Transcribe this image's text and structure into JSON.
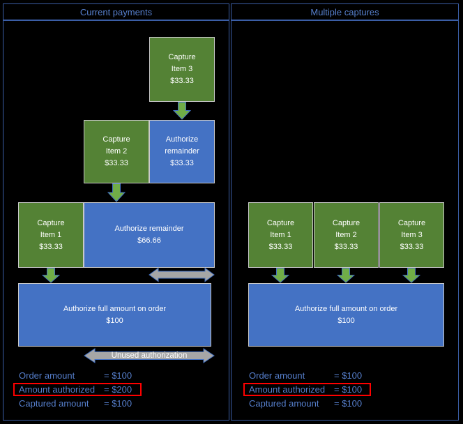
{
  "colors": {
    "green": "#548235",
    "light_green": "#70AD47",
    "blue": "#4472C4",
    "gray": "#A6A6A6",
    "red": "#FF0000",
    "border_blue": "#3B5EA6",
    "text_blue": "#567FCC",
    "box_border": "#C9C9C9"
  },
  "left_panel": {
    "title": "Current payments",
    "capture3": [
      "Capture",
      "Item 3",
      "$33.33"
    ],
    "capture2": [
      "Capture",
      "Item 2",
      "$33.33"
    ],
    "auth_remainder_small": [
      "Authorize",
      "remainder",
      "$33.33"
    ],
    "capture1": [
      "Capture",
      "Item 1",
      "$33.33"
    ],
    "auth_remainder_large": [
      "Authorize remainder",
      "$66.66"
    ],
    "auth_full": [
      "Authorize full amount on order",
      "$100"
    ],
    "unused_label": "Unused authorization",
    "summary": [
      {
        "label": "Order amount",
        "value": "= $100"
      },
      {
        "label": "Amount authorized",
        "value": "= $200"
      },
      {
        "label": "Captured amount",
        "value": "= $100"
      }
    ]
  },
  "right_panel": {
    "title": "Multiple captures",
    "captures": [
      [
        "Capture",
        "Item 1",
        "$33.33"
      ],
      [
        "Capture",
        "Item 2",
        "$33.33"
      ],
      [
        "Capture",
        "Item 3",
        "$33.33"
      ]
    ],
    "auth_full": [
      "Authorize full amount on order",
      "$100"
    ],
    "summary": [
      {
        "label": "Order amount",
        "value": "= $100"
      },
      {
        "label": "Amount authorized",
        "value": "= $100"
      },
      {
        "label": "Captured amount",
        "value": "= $100"
      }
    ]
  }
}
